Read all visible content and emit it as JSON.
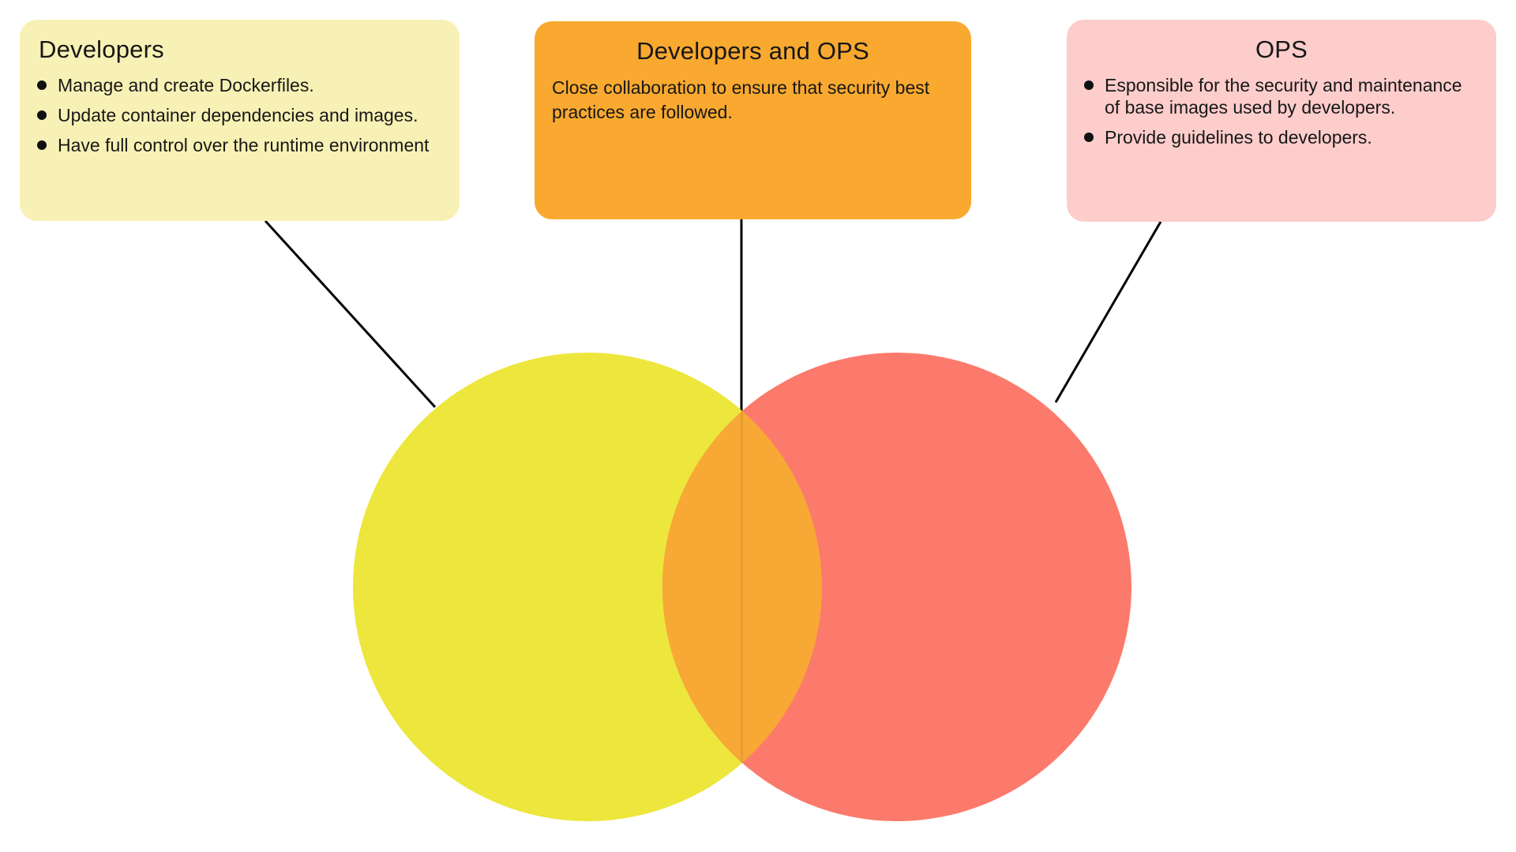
{
  "boxes": [
    {
      "id": "developers",
      "title": "Developers",
      "bg": "#F8F1B5",
      "bullets": [
        "Manage and create Dockerfiles.",
        "Update container dependencies and images.",
        "Have full control over the runtime environment"
      ]
    },
    {
      "id": "developers-and-ops",
      "title": "Developers and OPS",
      "bg": "#F9A930",
      "body": "Close collaboration to ensure that security best\npractices are followed."
    },
    {
      "id": "ops",
      "title": "OPS",
      "bg": "#FCCDCB",
      "bullets": [
        "Esponsible for the security and maintenance\nof base images used by developers.",
        "Provide guidelines to developers."
      ]
    }
  ],
  "venn": {
    "left_circle_color": "#EDE63C",
    "right_circle_color": "#FC7A6C",
    "overlap_color": "#F8A834",
    "connector_color": "#000000"
  },
  "text_color": "#171717"
}
